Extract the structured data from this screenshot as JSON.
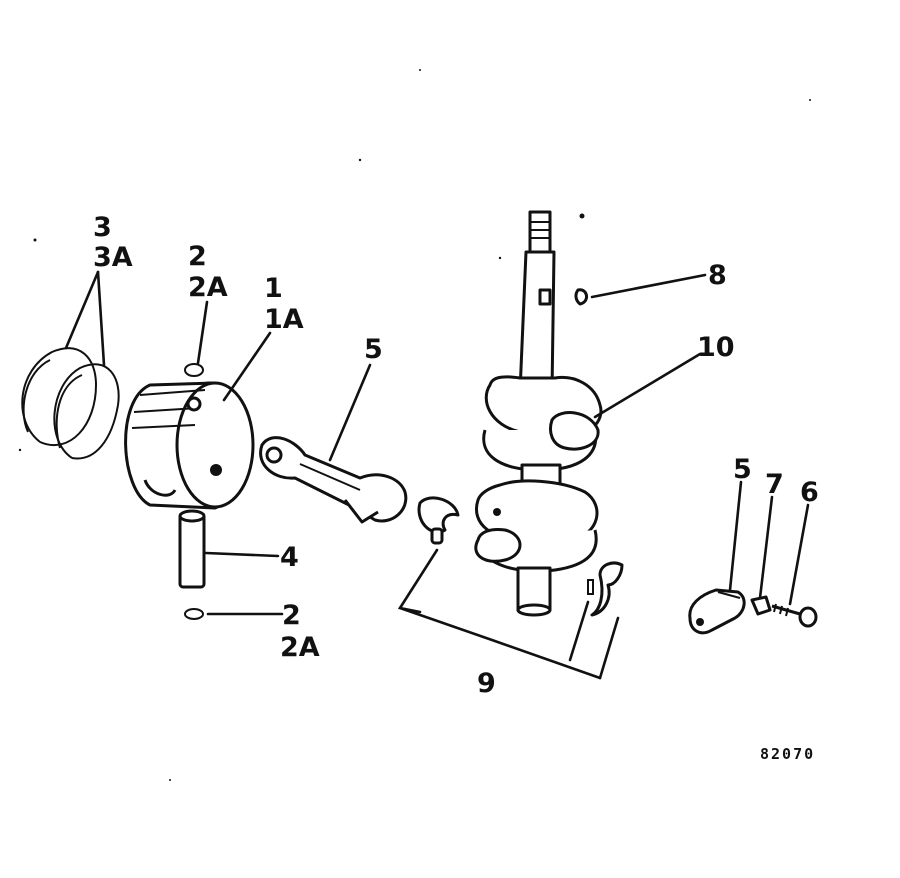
{
  "labels": {
    "rings": "3",
    "rings_alt": "3A",
    "clip_top": "2",
    "clip_top_alt": "2A",
    "piston": "1",
    "piston_alt": "1A",
    "rod": "5",
    "pin": "4",
    "clip_bottom": "2",
    "clip_bottom_alt": "2A",
    "key": "8",
    "crankshaft": "10",
    "bearings": "9",
    "cap": "5",
    "lock": "7",
    "screw": "6"
  },
  "figure_code": "82070",
  "colors": {
    "ink": "#111111",
    "paper": "#ffffff"
  }
}
